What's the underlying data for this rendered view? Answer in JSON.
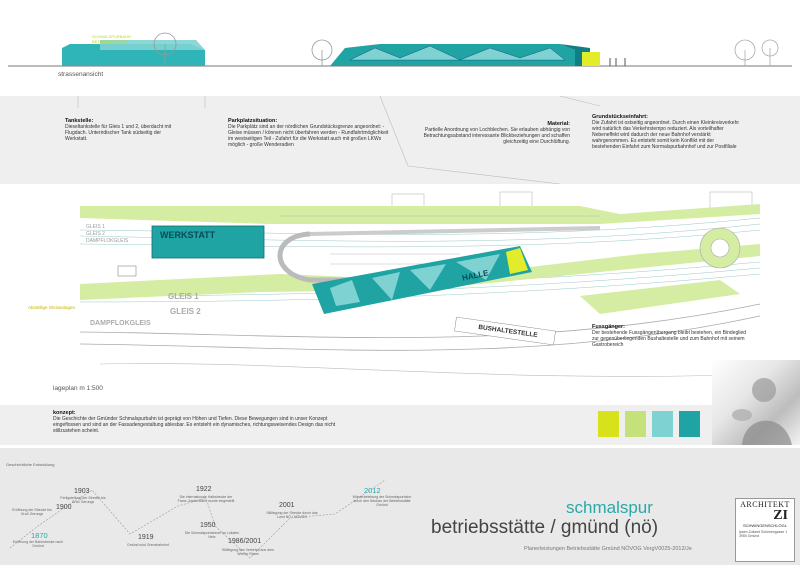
{
  "street_view": {
    "label": "strassenansicht",
    "sign_lines": [
      "SCHMALSPURBAHN",
      "BETRIEBSSTÄTTE"
    ]
  },
  "notes": {
    "tankstelle": {
      "title": "Tankstelle:",
      "body": "Dieseltankstelle für Gleis 1 und 2, überdacht mit Flugdach. Unterirdischer Tank südseitig der Werkstatt."
    },
    "parkplatz": {
      "title": "Parkplatzsituation:",
      "body": "Die Parkplätz sind an der nördlichen Grundstücksgrenze angeordnet: - Gleise müssen / können nicht überfahren werden - Rundfahrtmöglichkeit im westseitigen Teil - Zufahrt für die Werkstatt auch mit großen LKWs möglich - große Wenderadien"
    },
    "material": {
      "title": "Material:",
      "body": "Partielle Anordnung von Lochblechen. Sie erlauben abhängig von Betrachtungsabstand interessante Blickbeziehungen und schaffen gleichzeitig eine Durchlüftung."
    },
    "einfahrt": {
      "title": "Grundstückseinfahrt:",
      "body": "Die Zufahrt ist ostseitig angeordnet. Durch einen Kleinkreisverkehr wird natürlich das Verkehrstempo reduziert. Als vorteilhafter Nebeneffekt wird dadurch der neue Bahnhof verstärkt wahrgenommen. Es entsteht somit kein Konflikt mit der bestehenden Einfahrt zum Normalspurbahnhof und zur Postfiliale"
    },
    "fussgaenger": {
      "title": "Fussgänger:",
      "body": "Der bestehende Fussgängerübergang bleibt bestehen, ein Bindeglied zur gegenüberliegenden Bushaltestelle und zum Bahnhof mit seinem Gastrobereich"
    },
    "konzept": {
      "title": "konzept:",
      "body": "Die Geschichte der Gmünder Schmalspurbahn ist geprägt von Höhen und Tiefen. Diese Bewegungen sind in unser Konzept eingeflossen und sind an der Fassadengestaltung ablesbar. Es entsteht ein dynamisches, richtungsweisendes Design das nicht stillzustehen scheint."
    }
  },
  "plan": {
    "label": "lageplan  m 1:500",
    "werkstatt": "WERKSTATT",
    "halle": "HALLE",
    "gleis_1": "GLEIS 1",
    "gleis_2": "GLEIS 2",
    "dampflokgleis": "DAMPFLOKGLEIS",
    "bushaltestelle": "BUSHALTESTELLE",
    "abstellgleis": "Abstellige Gleisanlagen",
    "small_gleis_1": "GLEIS 1",
    "small_gleis_2": "GLEIS 2",
    "small_dampf": "DAMPFLOKGLEIS"
  },
  "timeline": {
    "heading": "Geschichtliche Entwicklung",
    "events": [
      {
        "year": "1870",
        "note": "Eröffnung der Bahnstrecke nach Gmünd",
        "highlight": true
      },
      {
        "year": "1900",
        "note": "Eröffnung der Strecke bis Groß Gerungs"
      },
      {
        "year": "1903",
        "note": "Fertigstellung der Strecke bis Groß Gerungs"
      },
      {
        "year": "1919",
        "note": "Gmünd wird Grenzbahnhof"
      },
      {
        "year": "1922",
        "note": "Die internationale Halbstrecke der Franz-Josefs-Bahn wurde eingestellt"
      },
      {
        "year": "1950",
        "note": "Die Schmalspurbahnen im Lokalen Netz"
      },
      {
        "year": "1986/2001",
        "note": "Stilllegung des Verkehrs aus dem Wiener Raum"
      },
      {
        "year": "2001",
        "note": "Stilllegung der Strecke durch das Land NÖ / NÖVOG"
      },
      {
        "year": "2012",
        "note": "Wiederbelebung der Schmalspurbahn durch den Neubau der Betriebsstätte Gmünd",
        "highlight": true
      }
    ]
  },
  "title": {
    "line1": "schmalspur",
    "line2": "betriebsstätte / gmünd (nö)",
    "sub": "Planerleistungen Betriebsstätte Gmünd  NÖVOG VergV0025-2012/Je"
  },
  "logo": {
    "word": "ARCHITEKT",
    "mark": "ZI",
    "name": "SCHWINGENSCHLÖGL",
    "address": "Ipsen Zollamt Schönengasse 1 3950 Gmünd"
  },
  "palette": {
    "yellow": "#d7e21b",
    "lime": "#c5e27a",
    "teal_light": "#7ed3d2",
    "teal_dark": "#1fa3a3"
  }
}
